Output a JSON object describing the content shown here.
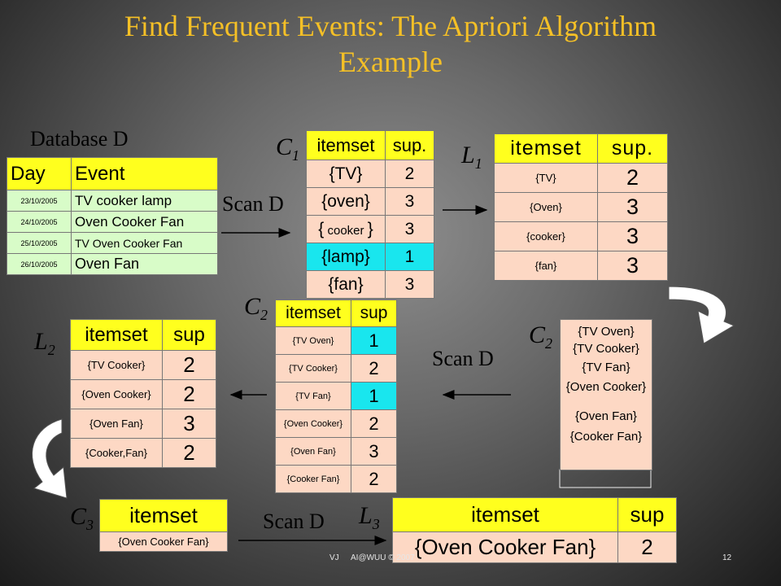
{
  "title": {
    "line1": "Find Frequent Events: The Apriori Algorithm",
    "line2": "Example"
  },
  "labels": {
    "database": "Database D",
    "scan1": "Scan D",
    "scan2": "Scan D",
    "scan3": "Scan D",
    "c1": "C",
    "c1_sub": "1",
    "l1": "L",
    "l1_sub": "1",
    "c2a": "C",
    "c2a_sub": "2",
    "c2b": "C",
    "c2b_sub": "2",
    "l2": "L",
    "l2_sub": "2",
    "c3": "C",
    "c3_sub": "3",
    "l3": "L",
    "l3_sub": "3"
  },
  "database_table": {
    "headers": [
      "Day",
      "Event"
    ],
    "rows": [
      [
        "23/10/2005",
        "TV cooker lamp"
      ],
      [
        "24/10/2005",
        "Oven Cooker Fan"
      ],
      [
        "25/10/2005",
        "TV Oven Cooker Fan"
      ],
      [
        "26/10/2005",
        "Oven Fan"
      ]
    ]
  },
  "c1_table": {
    "headers": [
      "itemset",
      "sup."
    ],
    "rows": [
      [
        "{TV}",
        "2"
      ],
      [
        "{oven}",
        "3"
      ],
      [
        "{",
        "cooker",
        "}",
        "3"
      ],
      [
        "{lamp}",
        "1"
      ],
      [
        "{fan}",
        "3"
      ]
    ]
  },
  "l1_table": {
    "headers": [
      "itemset",
      "sup."
    ],
    "rows": [
      [
        "{TV}",
        "2"
      ],
      [
        "{Oven}",
        "3"
      ],
      [
        "{cooker}",
        "3"
      ],
      [
        "{fan}",
        "3"
      ]
    ]
  },
  "c2_left_table": {
    "headers": [
      "itemset",
      "sup"
    ],
    "rows": [
      [
        "{TV Oven}",
        "1"
      ],
      [
        "{TV Cooker}",
        "2"
      ],
      [
        "{TV Fan}",
        "1"
      ],
      [
        "{Oven Cooker}",
        "2"
      ],
      [
        "{Oven Fan}",
        "3"
      ],
      [
        "{Cooker Fan}",
        "2"
      ]
    ]
  },
  "c2_right_table": {
    "rows": [
      "{TV Oven}",
      "{TV Cooker}",
      "{TV Fan}",
      "{Oven Cooker}",
      "{Oven Fan}",
      "{Cooker Fan}"
    ]
  },
  "l2_table": {
    "headers": [
      "itemset",
      "sup"
    ],
    "rows": [
      [
        "{TV Cooker}",
        "2"
      ],
      [
        "{Oven Cooker}",
        "2"
      ],
      [
        "{Oven Fan}",
        "3"
      ],
      [
        "{Cooker,Fan}",
        "2"
      ]
    ]
  },
  "c3_table": {
    "headers": [
      "itemset"
    ],
    "rows": [
      [
        "{Oven Cooker Fan}"
      ]
    ]
  },
  "l3_table": {
    "headers": [
      "itemset",
      "sup"
    ],
    "rows": [
      [
        "{Oven Cooker Fan}",
        "2"
      ]
    ]
  },
  "footer": {
    "left": "VJ",
    "center": "AI@WUU © 2007",
    "page": "12"
  },
  "colors": {
    "title": "#f5c026",
    "header": "#ffff1e",
    "pink": "#fdd8c4",
    "green": "#d8fcc8",
    "cyan": "#19e6ee"
  }
}
